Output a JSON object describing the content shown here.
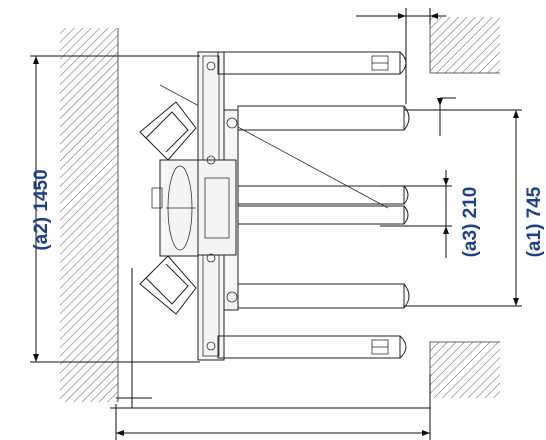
{
  "dimensions": {
    "a2": "(a2) 1450",
    "a3": "(a3) 210",
    "a1": "(a1) 745"
  },
  "colors": {
    "label": "#1f3f86",
    "line": "#222222",
    "hatch": "#777777"
  }
}
